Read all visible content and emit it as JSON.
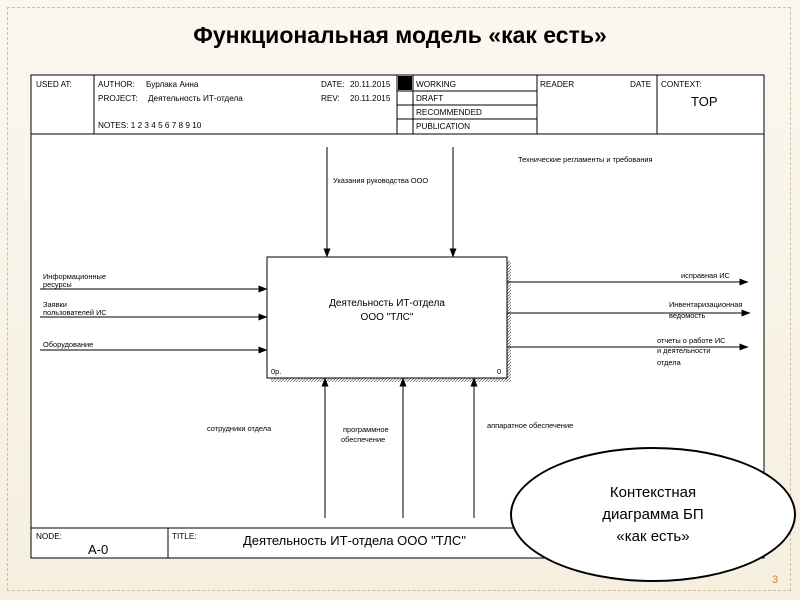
{
  "slide": {
    "title": "Функциональная модель «как есть»",
    "number": "3"
  },
  "header": {
    "used_at": "USED AT:",
    "author_label": "AUTHOR:",
    "author_value": "Бурлака Анна",
    "project_label": "PROJECT:",
    "project_value": "Деятельность ИТ-отдела",
    "date_label": "DATE:",
    "date_value": "20.11.2015",
    "rev_label": "REV:",
    "rev_value": "20.11.2015",
    "notes": "NOTES:  1  2  3  4  5  6  7  8  9  10",
    "status": [
      "WORKING",
      "DRAFT",
      "RECOMMENDED",
      "PUBLICATION"
    ],
    "reader_label": "READER",
    "date2_label": "DATE",
    "context_label": "CONTEXT:",
    "context_value": "TOP"
  },
  "activity": {
    "name_line1": "Деятельность ИТ-отдела",
    "name_line2": "ООО \"ТЛС\"",
    "cost": "0р.",
    "number": "0"
  },
  "controls": [
    "Указания руководства ООО",
    "Технические регламенты и требования"
  ],
  "inputs": {
    "info_line1": "Информационные",
    "info_line2": "ресурсы",
    "requests_line1": "Заявки",
    "requests_line2": "пользователей ИС",
    "equipment": "Оборудование"
  },
  "outputs": {
    "working_is": "исправная ИС",
    "inventory_line1": "Инвентаризационная",
    "inventory_line2": "ведомость",
    "reports_line1": "отчеты о работе ИС",
    "reports_line2": "и деятельности",
    "reports_line3": "отдела"
  },
  "mechanisms": {
    "staff": "сотрудники отдела",
    "software_line1": "программное",
    "software_line2": "обеспечение",
    "hardware": "аппаратное обеспечение"
  },
  "footer": {
    "node_label": "NODE:",
    "node_value": "A-0",
    "title_label": "TITLE:",
    "title_value": "Деятельность ИТ-отдела  ООО \"ТЛС\""
  },
  "callout": {
    "line1": "Контекстная",
    "line2": "диаграмма БП",
    "line3": "«как есть»"
  },
  "colors": {
    "accent": "#c9862c",
    "ink": "#000000",
    "paper": "#ffffff"
  }
}
